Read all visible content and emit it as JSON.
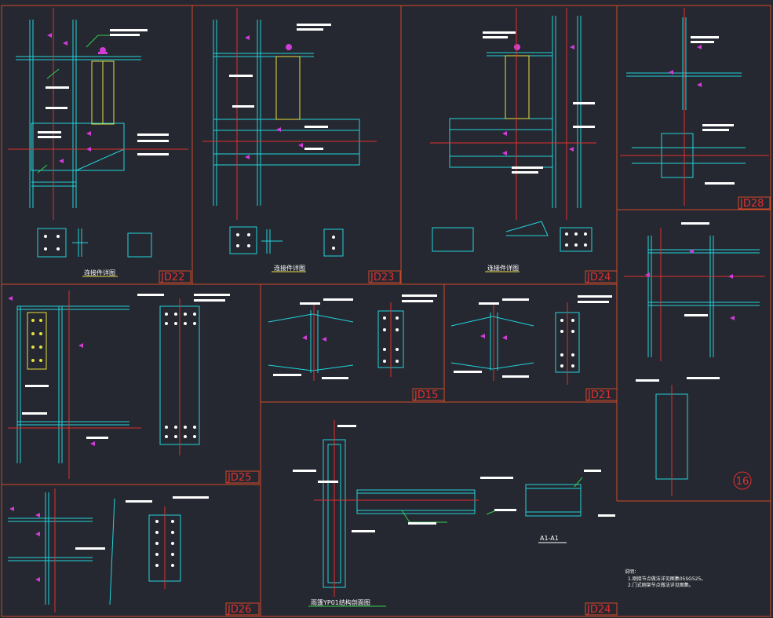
{
  "colors": {
    "background": "#252830",
    "frame": "#d04a28",
    "steel": "#22d3dc",
    "axis": "#e03030",
    "weld": "#d23cd8",
    "leader": "#32d050",
    "plate": "#e8e040",
    "text": "#ffffff"
  },
  "panels": {
    "jd22": {
      "tag": "JD22",
      "caption": "连接件详图"
    },
    "jd23": {
      "tag": "JD23",
      "caption": "连接件详图"
    },
    "jd24_top": {
      "tag": "JD24",
      "caption": "连接件详图"
    },
    "jd28": {
      "tag": "JD28"
    },
    "jd25": {
      "tag": "JD25"
    },
    "jd15": {
      "tag": "JD15"
    },
    "jd21": {
      "tag": "JD21"
    },
    "jd26": {
      "tag": "JD26"
    },
    "jd24_bottom": {
      "tag": "JD24",
      "caption": "雨篷YP01结构剖面图",
      "section_label": "A1-A1"
    },
    "right_lower": {
      "sheet_number": "16"
    }
  },
  "notes": {
    "title": "说明：",
    "lines": [
      "1.刚接节点做法详见图集05SG525。",
      "2.门式刚架节点做法详见图集。"
    ]
  }
}
